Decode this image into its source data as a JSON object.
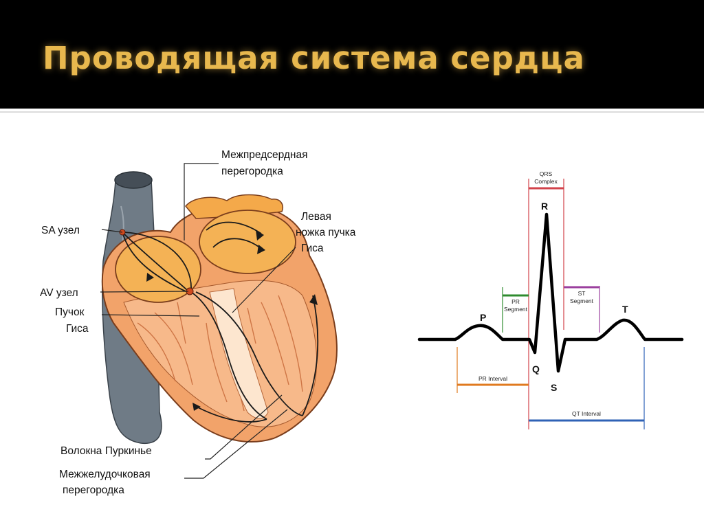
{
  "slide": {
    "title": "Проводящая система сердца"
  },
  "colors": {
    "title": "#e8b84e",
    "heart_muscle": "#f2a36a",
    "atrium": "#f4b255",
    "vein": "#6f7b86",
    "pr_segment": "#2e8b2e",
    "st_segment": "#9b3f9e",
    "qrs_complex": "#d2424a",
    "pr_interval": "#e07a1f",
    "qt_interval": "#2f62b6"
  },
  "heart": {
    "labels": {
      "interatrial_l1": "Межпредсердная",
      "interatrial_l2": "перегородка",
      "sa_node": "SA узел",
      "av_node": "AV узел",
      "his_l1": "Пучок",
      "his_l2": "Гиса",
      "left_branch_l1": "Левая",
      "left_branch_l2": "ножка пучка",
      "left_branch_l3": "Гиса",
      "purkinje": "Волокна Пуркинье",
      "interventricular_l1": "Межжелудочковая",
      "interventricular_l2": "перегородка"
    }
  },
  "ecg": {
    "waves": {
      "p": "P",
      "q": "Q",
      "r": "R",
      "s": "S",
      "t": "T"
    },
    "qrs_l1": "QRS",
    "qrs_l2": "Complex",
    "pr_segment_l1": "PR",
    "pr_segment_l2": "Segment",
    "st_segment_l1": "ST",
    "st_segment_l2": "Segment",
    "pr_interval": "PR Interval",
    "qt_interval": "QT Interval"
  }
}
